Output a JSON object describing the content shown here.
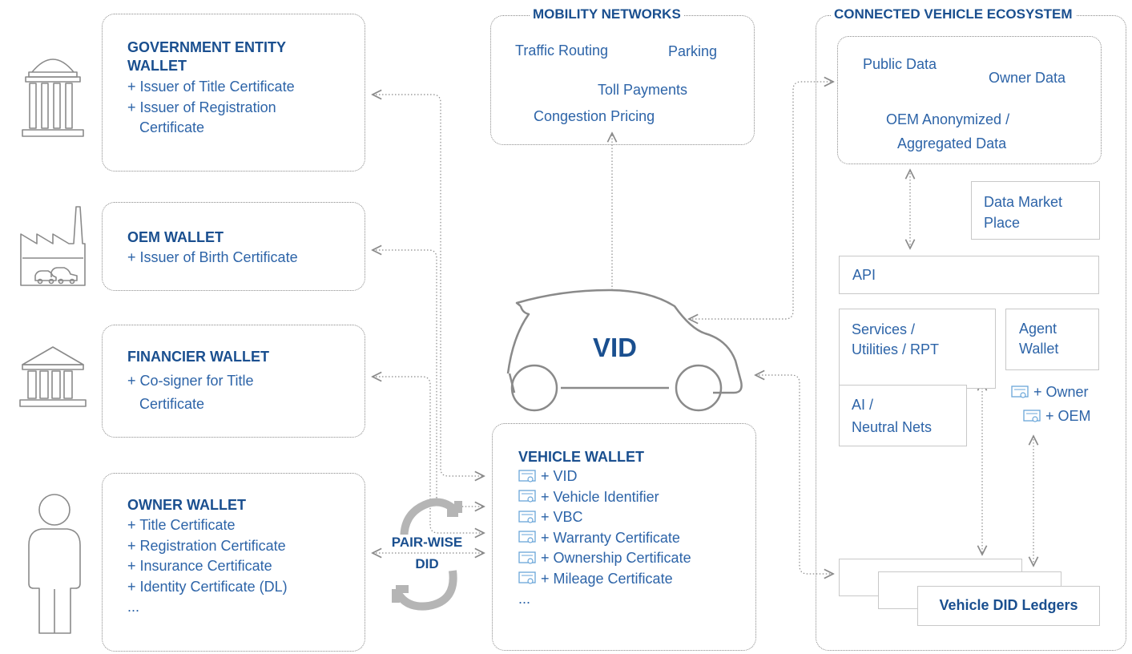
{
  "gov": {
    "title_line1": "GOVERNMENT ENTITY",
    "title_line2": "WALLET",
    "items": [
      "+ Issuer of Title Certificate",
      "+ Issuer of Registration",
      "   Certificate"
    ]
  },
  "oem": {
    "title": "OEM WALLET",
    "items": [
      "+ Issuer of Birth Certificate"
    ]
  },
  "financier": {
    "title": "FINANCIER WALLET",
    "items": [
      "+ Co-signer for Title",
      "   Certificate"
    ]
  },
  "owner": {
    "title": "OWNER WALLET",
    "items": [
      "+ Title Certificate",
      "+ Registration Certificate",
      "+ Insurance Certificate",
      "+ Identity Certificate (DL)",
      "..."
    ]
  },
  "pairwise": {
    "line1": "PAIR-WISE",
    "line2": "DID"
  },
  "mobility": {
    "header": "MOBILITY NETWORKS",
    "traffic": "Traffic Routing",
    "parking": "Parking",
    "toll": "Toll Payments",
    "congestion": "Congestion Pricing"
  },
  "vid_label": "VID",
  "vehicle_wallet": {
    "title": "VEHICLE WALLET",
    "items": [
      "+ VID",
      "+ Vehicle Identifier",
      "+ VBC",
      "+ Warranty Certificate",
      "+ Ownership Certificate",
      "+ Mileage Certificate"
    ],
    "more": "..."
  },
  "ecosystem": {
    "header": "CONNECTED VEHICLE ECOSYSTEM",
    "public_data": "Public Data",
    "owner_data": "Owner Data",
    "oem_anon_1": "OEM Anonymized /",
    "oem_anon_2": "Aggregated Data",
    "market_1": "Data Market",
    "market_2": "Place",
    "api": "API",
    "services_1": "Services /",
    "services_2": "Utilities / RPT",
    "agent_1": "Agent",
    "agent_2": "Wallet",
    "ai_1": "AI /",
    "ai_2": "Neutral Nets",
    "owner_cert": "+ Owner",
    "oem_cert": "+ OEM",
    "ledgers": "Vehicle DID Ledgers"
  },
  "colors": {
    "title": "#1a4f8f",
    "text": "#2d64a8",
    "border": "#8a8a8a",
    "cert_icon": "#6aa6d9",
    "pair_arrow": "#b5b5b5"
  }
}
